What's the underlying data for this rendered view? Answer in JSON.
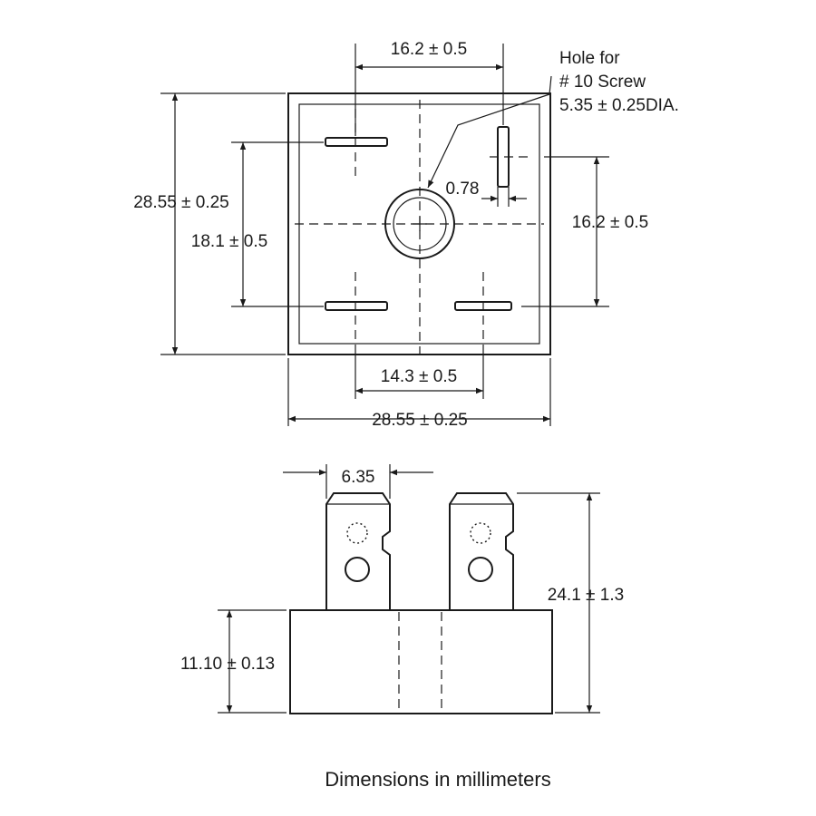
{
  "top_view": {
    "dim_top_width": "16.2 ± 0.5",
    "hole_note_line1": "Hole for",
    "hole_note_line2": "# 10 Screw",
    "hole_note_line3": "5.35 ± 0.25DIA.",
    "dim_left_height": "28.55 ± 0.25",
    "dim_inner_height": "18.1 ± 0.5",
    "dim_terminal_width": "0.78",
    "dim_right_height": "16.2 ± 0.5",
    "dim_bottom_inner": "14.3 ± 0.5",
    "dim_bottom_width": "28.55 ± 0.25"
  },
  "side_view": {
    "dim_terminal_width": "6.35",
    "dim_total_height": "24.1 ± 1.3",
    "dim_body_height": "11.10 ± 0.13"
  },
  "caption": "Dimensions in millimeters"
}
